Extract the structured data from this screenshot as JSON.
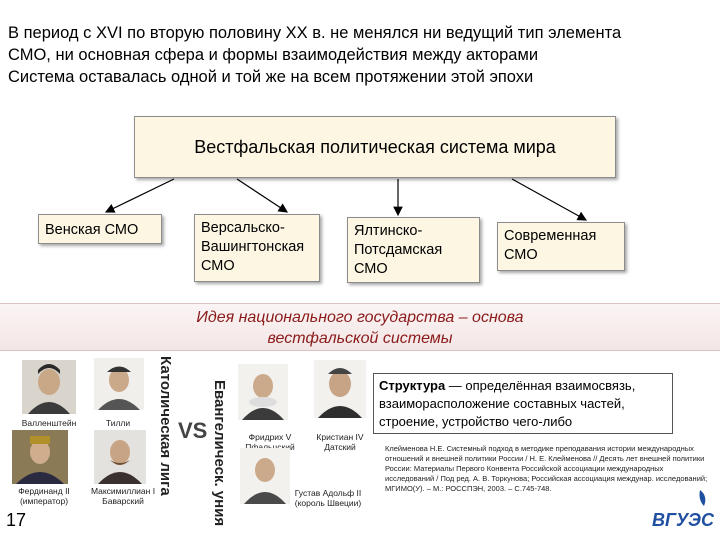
{
  "intro": {
    "line1": "В период с XVI по вторую половину XX в. не менялся ни ведущий тип элемента",
    "line2": "СМО, ни основная сфера и формы взаимодействия между акторами",
    "line3": "Система оставалась одной и той же на всем протяжении этой эпохи"
  },
  "diagram": {
    "root": "Вестфальская политическая система мира",
    "children": [
      {
        "lines": [
          "Венская СМО"
        ]
      },
      {
        "lines": [
          "Версальско-",
          "Вашингтонская",
          "СМО"
        ]
      },
      {
        "lines": [
          "Ялтинско-",
          "Потсдамская",
          "СМО"
        ]
      },
      {
        "lines": [
          "Современная",
          "СМО"
        ]
      }
    ]
  },
  "idea": {
    "line1": "Идея национального государства – основа",
    "line2": "вестфальской системы"
  },
  "illustration": {
    "left_label": "Католическая лига",
    "right_label": "Евангелическ. уния",
    "vs": "VS",
    "captions": {
      "wallenstein": "Валленштейн",
      "tilly": "Тилли",
      "ferdinand_1": "Фердинанд II",
      "ferdinand_2": "(император)",
      "maximilian_1": "Максимиллиан I",
      "maximilian_2": "Баварский",
      "friedrich_1": "Фридрих V",
      "friedrich_2": "Пфальцский",
      "christian_1": "Кристиан IV",
      "christian_2": "Датский",
      "gustav_1": "Густав Адольф II",
      "gustav_2": "(король Швеции)"
    }
  },
  "structure": {
    "term": "Структура",
    "definition": " — определённая взаимосвязь, взаиморасположение составных частей, строение, устройство чего-либо"
  },
  "reference": "Клейменова Н.Е. Системный подход в методике преподавания истории международных отношений и внешней политики России / Н. Е. Клейменова // Десять лет внешней политики России: Материалы Первого Конвента Российской ассоциации международных исследований / Под ред. А. В. Торкунова; Российская ассоциация междунар. исследований; МГИМО(У). – М.: РОССПЭН, 2003. – С.745-748.",
  "page_number": "17",
  "logo_text": "ВГУЭС",
  "colors": {
    "box_fill": "#fdf6e3",
    "idea_text": "#8b1a1a",
    "logo_blue": "#1e4fa0"
  }
}
